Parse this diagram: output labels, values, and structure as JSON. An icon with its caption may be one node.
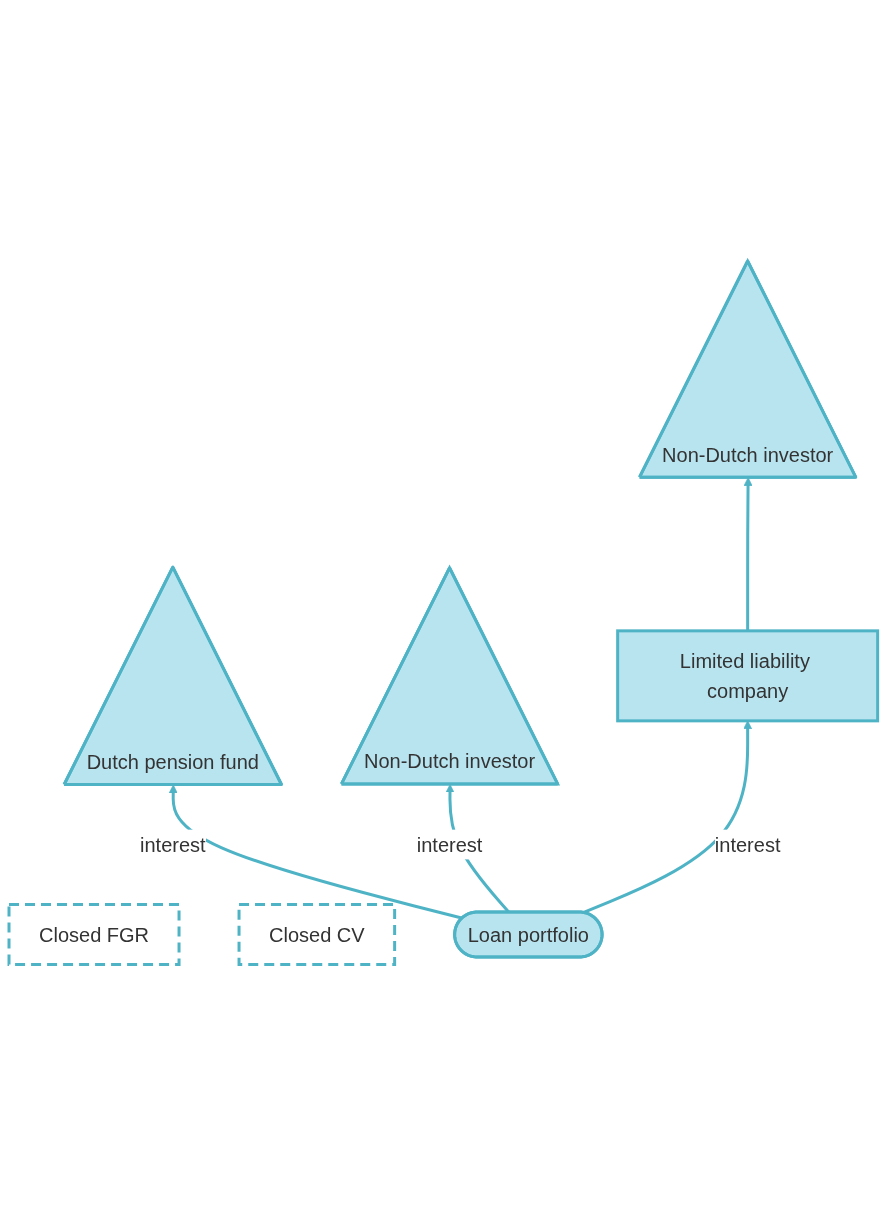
{
  "diagram": {
    "nodes": [
      {
        "text": [
          "Dutch pension fund"
        ]
      },
      {
        "text": [
          "Non-Dutch investor"
        ]
      },
      {
        "text": [
          "Non-Dutch investor"
        ]
      },
      {
        "text": [
          "Closed FGR"
        ]
      },
      {
        "text": [
          "Limited liability company"
        ]
      },
      {
        "text": [
          "Closed CV"
        ]
      },
      {
        "text": [
          "Loan portfolio"
        ]
      }
    ],
    "edges": [
      {
        "from": 6,
        "to": 0,
        "arrow": "to",
        "label": "interest"
      },
      {
        "from": 6,
        "to": 1,
        "arrow": "to",
        "label": "interest"
      },
      {
        "from": 6,
        "to": 4,
        "arrow": "to",
        "label": "interest"
      },
      {
        "from": 4,
        "to": 2,
        "arrow": "to"
      }
    ]
  }
}
